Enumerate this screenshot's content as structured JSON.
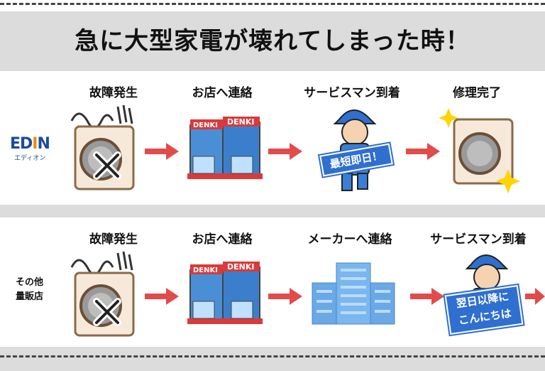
{
  "header": {
    "title": "急に大型家電が壊れてしまった時！"
  },
  "edion": {
    "rowLabel": {
      "logo_prefix": "ED",
      "logo_i": "I",
      "logo_suffix": "N",
      "kana": "エディオン"
    },
    "steps": [
      "故障発生",
      "お店へ連絡",
      "サービスマン到着",
      "修理完了"
    ],
    "badge": "最短即日！"
  },
  "other": {
    "rowLabel": [
      "その他",
      "量販店"
    ],
    "steps": [
      "故障発生",
      "お店へ連絡",
      "メーカーへ連絡",
      "サービスマン到着"
    ],
    "badge": [
      "翌日以降に",
      "こんにちは"
    ]
  },
  "store_sign": "DENKI",
  "colors": {
    "arrow": "#e24b4b",
    "blue": "#2f6fd0",
    "band": "#dcdcdc"
  }
}
